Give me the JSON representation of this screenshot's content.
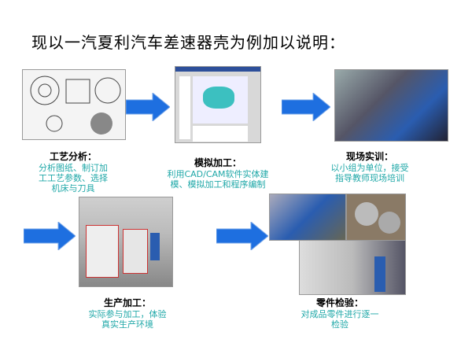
{
  "title": "现以一汽夏利汽车差速器壳为例加以说明：",
  "steps": [
    {
      "heading": "工艺分析：",
      "desc": [
        "分析图纸、制订加",
        "工工艺参数、选择",
        "机床与刀具"
      ]
    },
    {
      "heading": "模拟加工：",
      "desc": [
        "利用CAD/CAM软件实体建",
        "模、模拟加工和程序编制"
      ]
    },
    {
      "heading": "现场实训：",
      "desc": [
        "以小组为单位，接受",
        "指导教师现场培训"
      ]
    },
    {
      "heading": "生产加工：",
      "desc": [
        "实际参与加工，体验",
        "真实生产环境"
      ]
    },
    {
      "heading": "零件检验：",
      "desc": [
        "对成品零件进行逐一",
        "检验"
      ]
    }
  ],
  "colors": {
    "arrow": "#1e6fe0",
    "desc": "#20a8a8"
  }
}
